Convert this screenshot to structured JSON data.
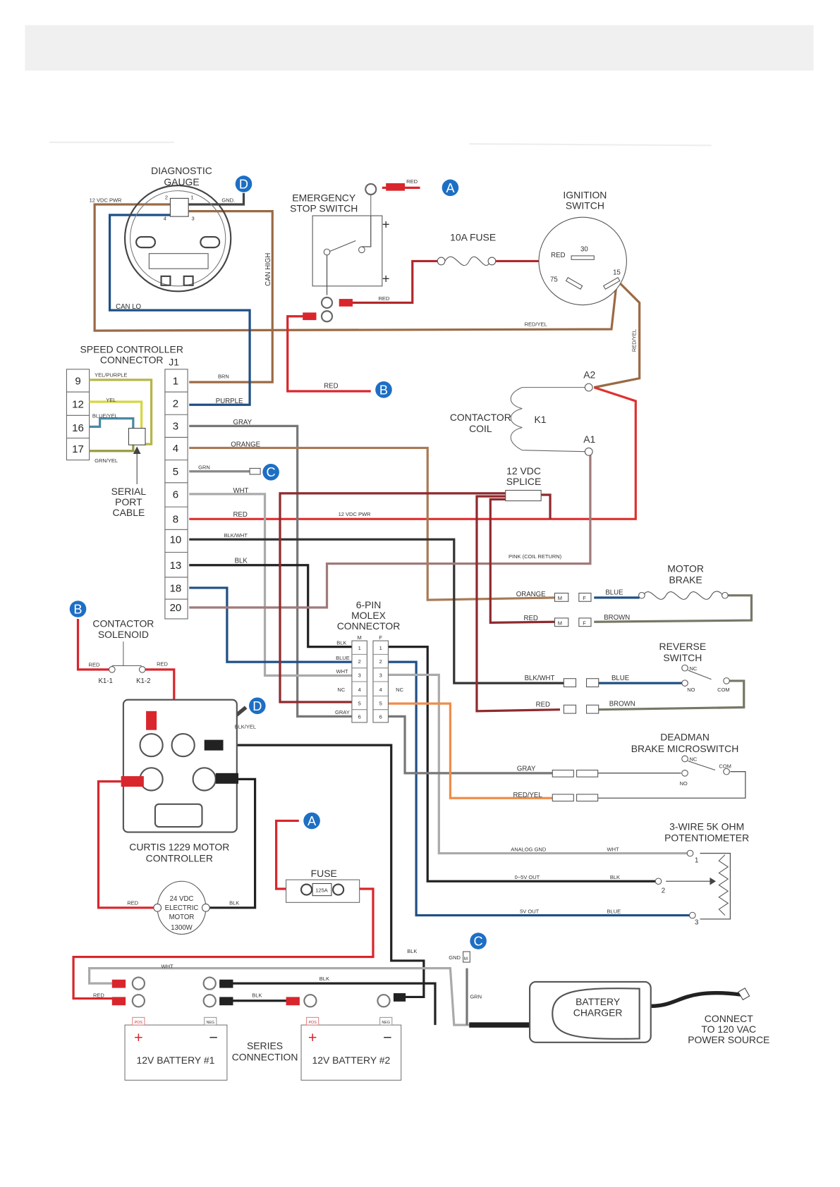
{
  "colors": {
    "red": "#d8262c",
    "dark_red": "#8e2a2e",
    "brown": "#9a6a45",
    "blue": "#1f4f86",
    "gray": "#777777",
    "black": "#222222",
    "orange": "#ef8c4a",
    "yellow": "#c8c840",
    "badge": "#1d6fc4"
  },
  "badges": {
    "a": "A",
    "b": "B",
    "c": "C",
    "d": "D"
  },
  "gauge": {
    "title1": "DIAGNOSTIC",
    "title2": "GAUGE",
    "pwr": "12 VDC PWR",
    "gnd": "GND.",
    "can_lo": "CAN LO",
    "can_high": "CAN HIGH",
    "p1": "1",
    "p2": "2",
    "p3": "3",
    "p4": "4"
  },
  "estop": {
    "title1": "EMERGENCY",
    "title2": "STOP SWITCH",
    "red_top": "RED",
    "red_bottom": "RED",
    "plus": "+"
  },
  "fuse10": {
    "label": "10A FUSE"
  },
  "ignition": {
    "title1": "IGNITION",
    "title2": "SWITCH",
    "red": "RED",
    "t30": "30",
    "t75": "75",
    "t15": "15",
    "redyel": "RED/YEL",
    "redyel2": "RED/YEL"
  },
  "red_b": "RED",
  "speed_connector": {
    "title1": "SPEED CONTROLLER",
    "title2": "CONNECTOR",
    "j1": "J1",
    "left_pins": [
      "9",
      "12",
      "16",
      "17"
    ],
    "left_wires": [
      "YEL/PURPLE",
      "YEL",
      "BLUE/YEL",
      "GRN/YEL"
    ],
    "serial": [
      "SERIAL",
      "PORT",
      "CABLE"
    ],
    "pins": [
      "1",
      "2",
      "3",
      "4",
      "5",
      "6",
      "8",
      "10",
      "13",
      "18",
      "20"
    ],
    "wires": [
      "BRN",
      "PURPLE",
      "GRAY",
      "ORANGE",
      "GRN",
      "WHT",
      "RED",
      "BLK/WHT",
      "BLK"
    ]
  },
  "contactor_coil": {
    "title1": "CONTACTOR",
    "title2": "COIL",
    "k1": "K1",
    "a1": "A1",
    "a2": "A2"
  },
  "splice": {
    "title1": "12 VDC",
    "title2": "SPLICE",
    "pwr": "12 VDC PWR",
    "pink": "PINK (COIL RETURN)"
  },
  "motor_brake": {
    "title1": "MOTOR",
    "title2": "BRAKE",
    "orange": "ORANGE",
    "blue": "BLUE",
    "red": "RED",
    "brown": "BROWN",
    "m": "M",
    "f": "F"
  },
  "molex": {
    "title": [
      "6-PIN",
      "MOLEX",
      "CONNECTOR"
    ],
    "m": "M",
    "f": "F",
    "pins": [
      "1",
      "2",
      "3",
      "4",
      "5",
      "6"
    ],
    "left": [
      "BLK",
      "BLUE",
      "WHT",
      "NC",
      "",
      "GRAY"
    ],
    "nc_right": "NC"
  },
  "reverse": {
    "title1": "REVERSE",
    "title2": "SWITCH",
    "blkwht": "BLK/WHT",
    "blue": "BLUE",
    "red": "RED",
    "brown": "BROWN",
    "nc": "NC",
    "no": "NO",
    "com": "COM"
  },
  "deadman": {
    "title1": "DEADMAN",
    "title2": "BRAKE MICROSWITCH",
    "gray": "GRAY",
    "redyel": "RED/YEL",
    "nc": "NC",
    "no": "NO",
    "com": "COM"
  },
  "solenoid": {
    "title1": "CONTACTOR",
    "title2": "SOLENOID",
    "k11": "K1-1",
    "k12": "K1-2",
    "red1": "RED",
    "red2": "RED"
  },
  "controller": {
    "title1": "CURTIS 1229 MOTOR",
    "title2": "CONTROLLER",
    "blkyel": "BLK/YEL"
  },
  "pot": {
    "title1": "3-WIRE 5K OHM",
    "title2": "POTENTIOMETER",
    "analog": "ANALOG GND",
    "wht": "WHT",
    "out": "0~5V OUT",
    "blk": "BLK",
    "v5": "5V OUT",
    "blue": "BLUE",
    "p1": "1",
    "p2": "2",
    "p3": "3"
  },
  "fuse": {
    "label": "FUSE",
    "rating": "125A"
  },
  "motor": {
    "l1": "24 VDC",
    "l2": "ELECTRIC",
    "l3": "MOTOR",
    "l4": "1300W",
    "red": "RED",
    "blk": "BLK"
  },
  "battery": {
    "b1": "12V BATTERY #1",
    "b2": "12V BATTERY #2",
    "series1": "SERIES",
    "series2": "CONNECTION",
    "pos": "POS",
    "neg": "NEG",
    "plus": "+",
    "minus": "−",
    "wht": "WHT",
    "red": "RED",
    "blk1": "BLK",
    "blk2": "BLK",
    "blk3": "BLK",
    "gnd": "GND",
    "grn": "GRN",
    "m": "M"
  },
  "charger": {
    "l1": "BATTERY",
    "l2": "CHARGER",
    "c1": "CONNECT",
    "c2": "TO 120 VAC",
    "c3": "POWER SOURCE"
  }
}
